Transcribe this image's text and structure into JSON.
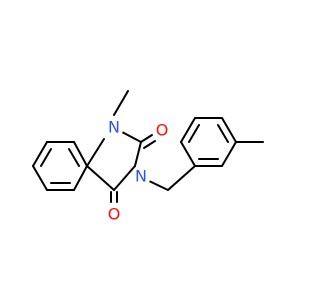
{
  "molecule": {
    "atoms": {
      "n1": {
        "symbol": "N",
        "color": "#3050F8"
      },
      "n3": {
        "symbol": "N",
        "color": "#3050F8"
      },
      "o2": {
        "symbol": "O",
        "color": "#FF0D0D"
      },
      "o4": {
        "symbol": "O",
        "color": "#FF0D0D"
      }
    },
    "bond_color": "#000000",
    "background": "#ffffff"
  }
}
